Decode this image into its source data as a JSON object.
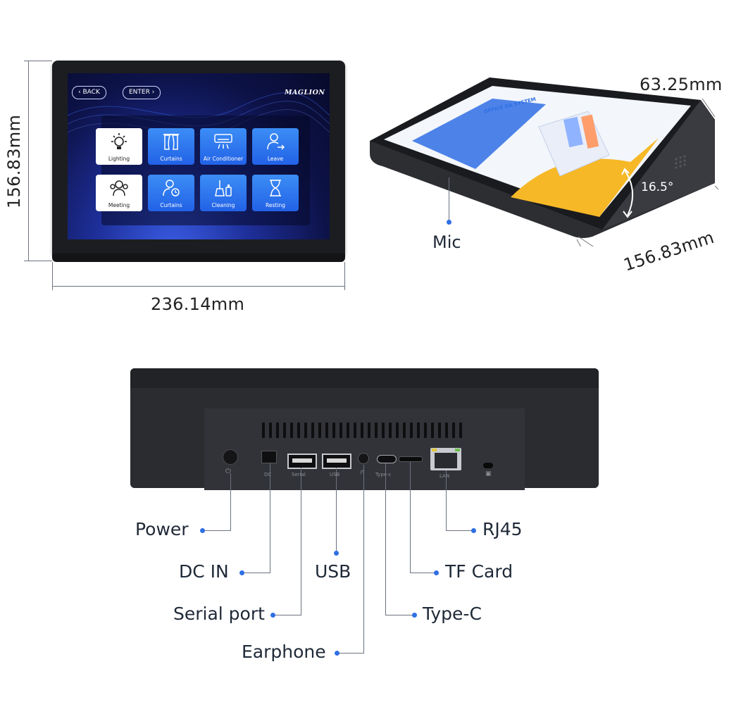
{
  "dimensions": {
    "front_height": "156.83mm",
    "front_width": "236.14mm",
    "side_depth": "63.25mm",
    "side_length": "156.83mm",
    "tilt_angle": "16.5°"
  },
  "screen_ui": {
    "back_label": "BACK",
    "enter_label": "ENTER",
    "brand": "MAGLION",
    "tiles": [
      {
        "label": "Lighting",
        "icon": "bulb-icon"
      },
      {
        "label": "Curtains",
        "icon": "curtain-icon"
      },
      {
        "label": "Air Conditioner",
        "icon": "air-conditioner-icon"
      },
      {
        "label": "Leave",
        "icon": "leave-icon"
      },
      {
        "label": "Meeting",
        "icon": "meeting-icon"
      },
      {
        "label": "Curtains",
        "icon": "person-clock-icon"
      },
      {
        "label": "Cleaning",
        "icon": "cleaning-icon"
      },
      {
        "label": "Resting",
        "icon": "hourglass-icon"
      }
    ]
  },
  "side_screen": {
    "headline": "OFFICE OA SYSTEM"
  },
  "ports": {
    "dc": "DC",
    "serial": "Serial",
    "usb": "USB",
    "typec": "Type-c",
    "lan": "LAN"
  },
  "callouts": {
    "mic": "Mic",
    "power": "Power",
    "dc_in": "DC IN",
    "serial_port": "Serial port",
    "earphone": "Earphone",
    "usb": "USB",
    "type_c": "Type-C",
    "tf_card": "TF Card",
    "rj45": "RJ45"
  },
  "colors": {
    "device_body": "#2b2c30",
    "tile_blue": "#2f7bf0",
    "callout_dot": "#2f6fe4"
  }
}
